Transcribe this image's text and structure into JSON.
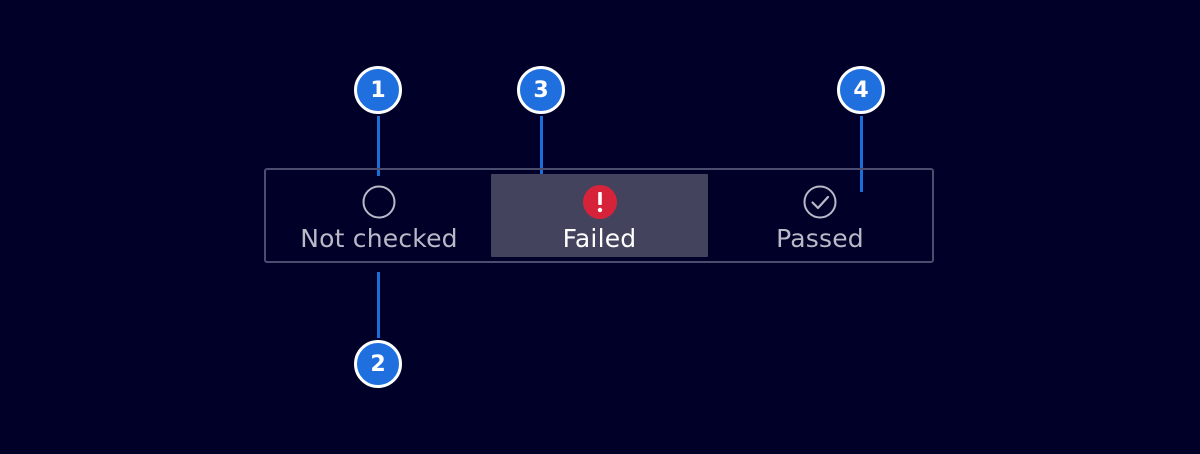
{
  "markers": [
    "1",
    "2",
    "3",
    "4"
  ],
  "segments": [
    {
      "label": "Not checked",
      "icon": "empty-circle-icon",
      "state": "not-checked"
    },
    {
      "label": "Failed",
      "icon": "error-exclamation-icon",
      "state": "failed",
      "selected": true
    },
    {
      "label": "Passed",
      "icon": "check-circle-icon",
      "state": "passed"
    }
  ],
  "colors": {
    "background": "#000028",
    "marker": "#1f6fdf",
    "connector": "#1a6fd8",
    "failed": "#d72339",
    "selected_bg": "#43435d",
    "border": "#4a4d6d",
    "text_muted": "#b9b9c8"
  }
}
